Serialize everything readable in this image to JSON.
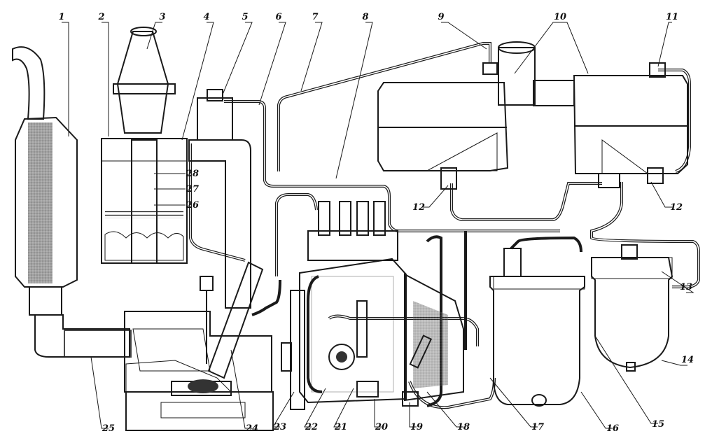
{
  "diagram": {
    "callouts": [
      {
        "id": "c1",
        "label": "1"
      },
      {
        "id": "c2",
        "label": "2"
      },
      {
        "id": "c3",
        "label": "3"
      },
      {
        "id": "c4",
        "label": "4"
      },
      {
        "id": "c5",
        "label": "5"
      },
      {
        "id": "c6",
        "label": "6"
      },
      {
        "id": "c7",
        "label": "7"
      },
      {
        "id": "c8",
        "label": "8"
      },
      {
        "id": "c9",
        "label": "9"
      },
      {
        "id": "c10",
        "label": "10"
      },
      {
        "id": "c11",
        "label": "11"
      },
      {
        "id": "c12a",
        "label": "12"
      },
      {
        "id": "c12b",
        "label": "12"
      },
      {
        "id": "c13",
        "label": "13"
      },
      {
        "id": "c14",
        "label": "14"
      },
      {
        "id": "c15",
        "label": "15"
      },
      {
        "id": "c16",
        "label": "16"
      },
      {
        "id": "c17",
        "label": "17"
      },
      {
        "id": "c18",
        "label": "18"
      },
      {
        "id": "c19",
        "label": "19"
      },
      {
        "id": "c20",
        "label": "20"
      },
      {
        "id": "c21",
        "label": "21"
      },
      {
        "id": "c22",
        "label": "22"
      },
      {
        "id": "c23",
        "label": "23"
      },
      {
        "id": "c24",
        "label": "24"
      },
      {
        "id": "c25",
        "label": "25"
      },
      {
        "id": "c26",
        "label": "26"
      },
      {
        "id": "c27",
        "label": "27"
      },
      {
        "id": "c28",
        "label": "28"
      }
    ]
  }
}
